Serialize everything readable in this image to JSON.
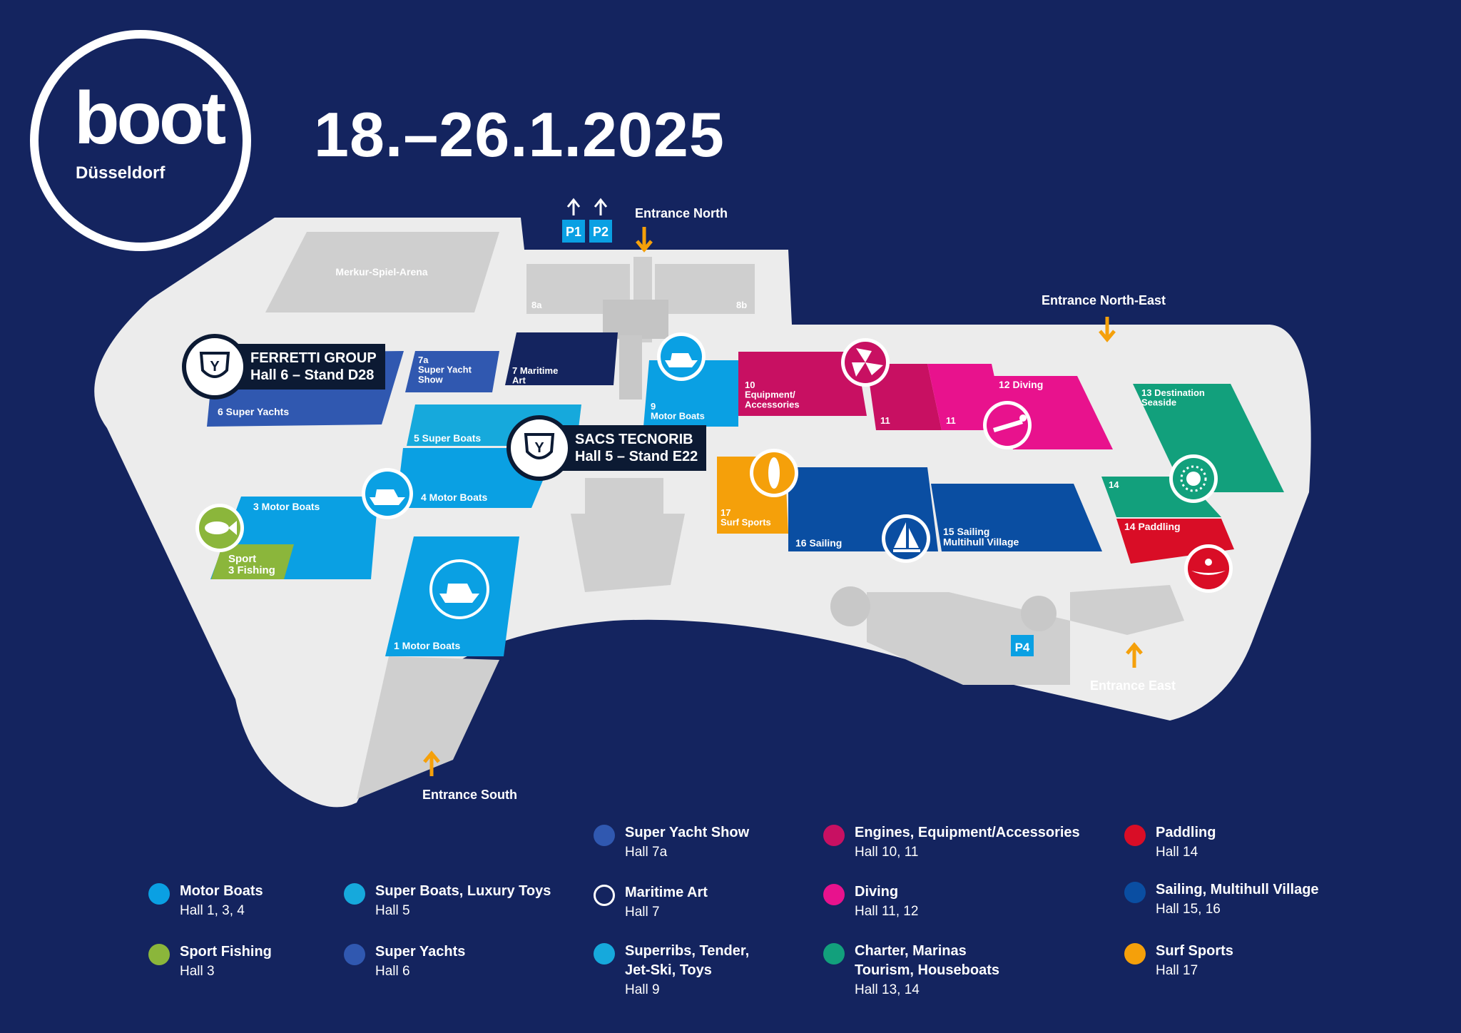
{
  "event": {
    "logo_main": "boot",
    "logo_sub": "Düsseldorf",
    "dates": "18.–26.1.2025"
  },
  "entrances": {
    "north": "Entrance North",
    "north_east": "Entrance North-East",
    "east": "Entrance East",
    "south": "Entrance South"
  },
  "parking": {
    "p1": "P1",
    "p2": "P2",
    "p4": "P4"
  },
  "buildings": {
    "arena": "Merkur-Spiel-Arena",
    "h8a": "8a",
    "h8b": "8b"
  },
  "halls": {
    "h1": "1 Motor Boats",
    "h3": "3 Motor Boats",
    "h3f": "Sport\n3 Fishing",
    "h4": "4 Motor Boats",
    "h5": "5 Super Boats",
    "h6": "6 Super Yachts",
    "h7": "7 Maritime\nArt",
    "h7a": "7a\nSuper Yacht\nShow",
    "h9": "9\nMotor Boats",
    "h10": "10\nEquipment/\nAccessories",
    "h11a": "11",
    "h11b": "11",
    "h12": "12 Diving",
    "h13": "13 Destination\nSeaside",
    "h14": "14",
    "h14p": "14 Paddling",
    "h15": "15 Sailing\nMultihull Village",
    "h16": "16 Sailing",
    "h17": "17\nSurf Sports"
  },
  "callouts": {
    "ferretti_title": "FERRETTI GROUP",
    "ferretti_stand": "Hall 6 – Stand D28",
    "sacs_title": "SACS TECNORIB",
    "sacs_stand": "Hall 5 – Stand E22",
    "badge_letter": "Y"
  },
  "colors": {
    "background": "#14245f",
    "motor_boats": "#0aa0e3",
    "sport_fishing": "#8bb63b",
    "super_yachts": "#3058b0",
    "maritime_art": "#14245f",
    "engines": "#c81062",
    "diving": "#e8128d",
    "charter": "#12a07c",
    "paddling": "#d90d26",
    "sailing": "#0a4ea2",
    "surf": "#f5a00a",
    "ground": "#ececec",
    "entrance_arrow": "#f5a00a"
  },
  "legend": [
    {
      "title": "Motor Boats",
      "sub": "Hall 1, 3, 4",
      "color": "#0aa0e3",
      "outline": false
    },
    {
      "title": "Sport Fishing",
      "sub": "Hall 3",
      "color": "#8bb63b",
      "outline": false
    },
    {
      "title": "Super Boats, Luxury Toys",
      "sub": "Hall 5",
      "color": "#16a9dc",
      "outline": false
    },
    {
      "title": "Super Yachts",
      "sub": "Hall 6",
      "color": "#3058b0",
      "outline": false
    },
    {
      "title": "Super Yacht Show",
      "sub": "Hall 7a",
      "color": "#3058b0",
      "outline": false
    },
    {
      "title": "Maritime Art",
      "sub": "Hall 7",
      "color": "#14245f",
      "outline": true
    },
    {
      "title": "Superribs, Tender,\nJet-Ski, Toys",
      "sub": "Hall 9",
      "color": "#16a9dc",
      "outline": false
    },
    {
      "title": "Engines, Equipment/Accessories",
      "sub": "Hall 10, 11",
      "color": "#c81062",
      "outline": false
    },
    {
      "title": "Diving",
      "sub": "Hall 11, 12",
      "color": "#e8128d",
      "outline": false
    },
    {
      "title": "Charter, Marinas\nTourism, Houseboats",
      "sub": "Hall 13, 14",
      "color": "#12a07c",
      "outline": false
    },
    {
      "title": "Paddling",
      "sub": "Hall 14",
      "color": "#d90d26",
      "outline": false
    },
    {
      "title": "Sailing, Multihull Village",
      "sub": "Hall 15, 16",
      "color": "#0a4ea2",
      "outline": false
    },
    {
      "title": "Surf Sports",
      "sub": "Hall 17",
      "color": "#f5a00a",
      "outline": false
    }
  ]
}
